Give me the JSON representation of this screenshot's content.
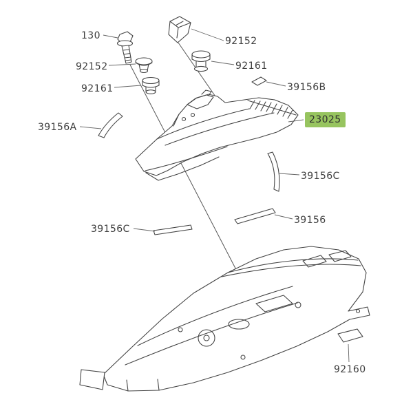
{
  "diagram": {
    "type": "exploded-parts-diagram",
    "background_color": "#ffffff",
    "line_color": "#444444",
    "highlight_color": "#97c45f",
    "labels": [
      {
        "text": "130",
        "highlighted": false
      },
      {
        "text": "92152",
        "highlighted": false
      },
      {
        "text": "92152",
        "highlighted": false
      },
      {
        "text": "92161",
        "highlighted": false
      },
      {
        "text": "92161",
        "highlighted": false
      },
      {
        "text": "39156B",
        "highlighted": false
      },
      {
        "text": "39156A",
        "highlighted": false
      },
      {
        "text": "23025",
        "highlighted": true
      },
      {
        "text": "39156C",
        "highlighted": false
      },
      {
        "text": "39156",
        "highlighted": false
      },
      {
        "text": "39156C",
        "highlighted": false
      },
      {
        "text": "92160",
        "highlighted": false
      }
    ]
  }
}
